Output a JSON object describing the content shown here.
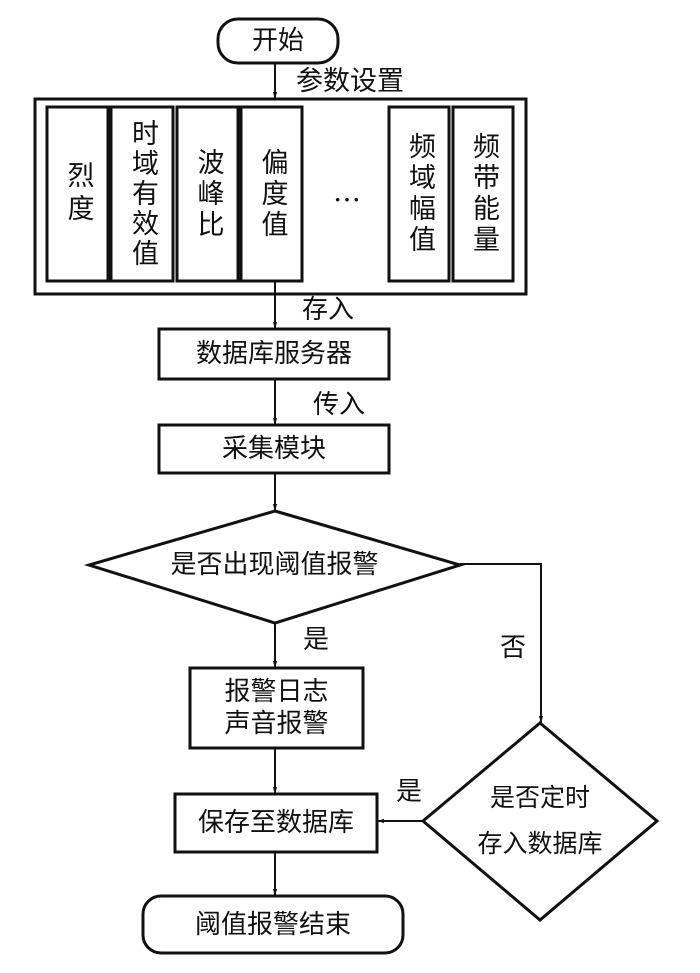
{
  "start": "开始",
  "params_label": "参数设置",
  "params": [
    {
      "text": "烈度"
    },
    {
      "text": "时域有效值"
    },
    {
      "text": "波峰比"
    },
    {
      "text": "偏度值"
    },
    {
      "text": "频域幅值"
    },
    {
      "text": "频带能量"
    }
  ],
  "ellipsis": "…",
  "store_label": "存入",
  "db_server": "数据库服务器",
  "transfer_label": "传入",
  "collect_module": "采集模块",
  "decision1": "是否出现阈值报警",
  "yes1": "是",
  "no1": "否",
  "alarm_box": {
    "line1": "报警日志",
    "line2": "声音报警"
  },
  "decision2": {
    "line1": "是否定时",
    "line2": "存入数据库"
  },
  "yes2": "是",
  "save_db": "保存至数据库",
  "end": "阈值报警结束"
}
